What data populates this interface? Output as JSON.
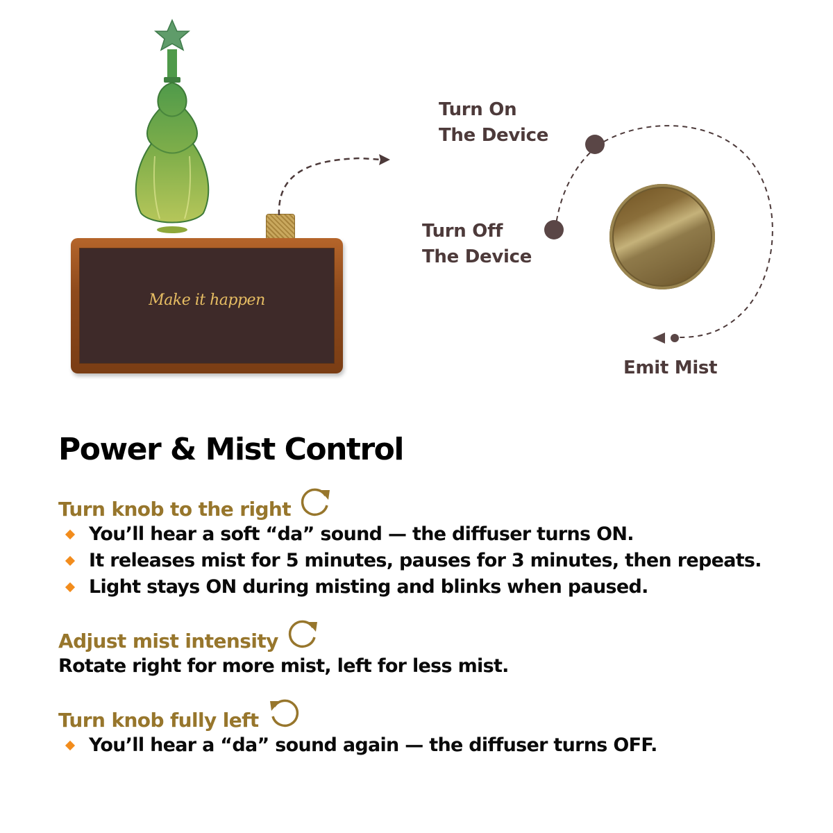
{
  "product": {
    "slogan": "Make it happen"
  },
  "diagram": {
    "labels": {
      "turn_on_line1": "Turn On",
      "turn_on_line2": "The Device",
      "turn_off_line1": "Turn Off",
      "turn_off_line2": "The Device",
      "emit_mist": "Emit Mist"
    },
    "colors": {
      "label": "#4d3a3a",
      "dot": "#5a4646"
    }
  },
  "instructions": {
    "title": "Power & Mist Control",
    "sections": [
      {
        "heading": "Turn knob to the right",
        "icon": "rotate-clockwise-icon",
        "bullets": [
          "You’ll hear a soft “da” sound — the diffuser turns ON.",
          "It releases mist for 5 minutes, pauses for 3 minutes, then repeats.",
          "Light stays ON during misting and blinks when paused."
        ]
      },
      {
        "heading": "Adjust mist intensity",
        "icon": "rotate-clockwise-icon",
        "text": "Rotate right for more mist, left for less mist."
      },
      {
        "heading": "Turn knob fully left",
        "icon": "rotate-counterclockwise-icon",
        "bullets": [
          "You’ll hear a “da” sound again — the diffuser turns OFF."
        ]
      }
    ],
    "colors": {
      "heading": "#97762c",
      "bullet": "#f28c1c",
      "text": "#0a0a0a"
    }
  }
}
